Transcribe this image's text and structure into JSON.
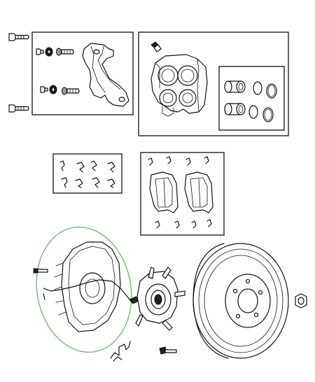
{
  "diagram": {
    "highlight_color": "#6cbf6a",
    "line_color": "#111111",
    "background": "#ffffff",
    "groups": [
      {
        "name": "caliper-mounting-bracket-group",
        "parts": [
          "bracket-bolt",
          "washer",
          "bushing",
          "guide-pin",
          "mounting-bracket"
        ]
      },
      {
        "name": "caliper-group",
        "parts": [
          "bleeder-screw",
          "caliper-body",
          "piston-seal-kit"
        ]
      },
      {
        "name": "anti-rattle-clips-group",
        "parts": [
          "clip"
        ]
      },
      {
        "name": "brake-pads-group",
        "parts": [
          "brake-pad",
          "pad-clip"
        ]
      },
      {
        "name": "hub-rotor-group",
        "parts": [
          "splash-shield",
          "wheel-speed-sensor",
          "hub-bearing",
          "brake-rotor",
          "wheel-nut",
          "bolt",
          "sensor-clip"
        ]
      }
    ]
  }
}
